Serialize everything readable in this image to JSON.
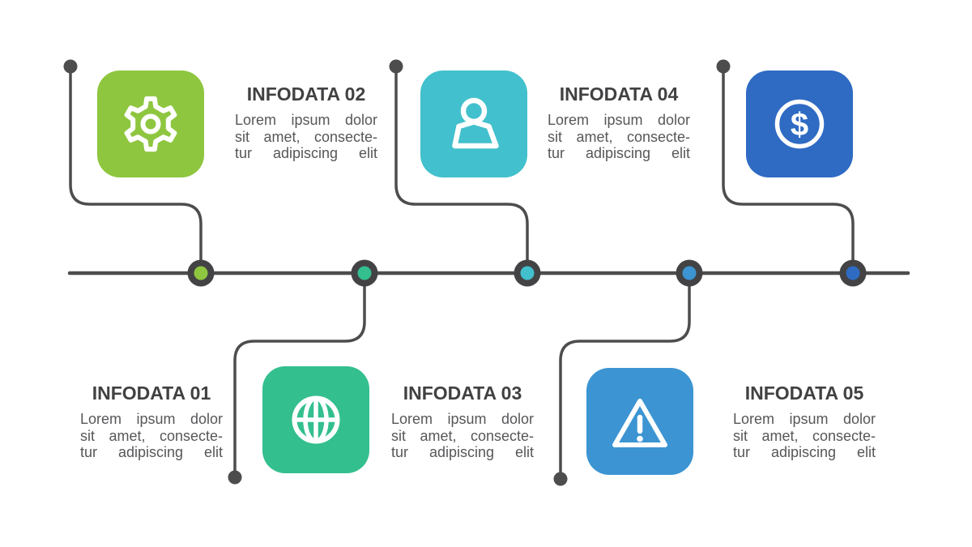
{
  "sections": [
    {
      "id": "infodata-01",
      "title": "INFODATA 01",
      "body": [
        "Lorem ipsum dolor",
        "sit amet, consecte-",
        "tur adipiscing elit"
      ],
      "color": "#33bf8e",
      "icon": "globe-icon",
      "placement": "bottom"
    },
    {
      "id": "infodata-02",
      "title": "INFODATA 02",
      "body": [
        "Lorem ipsum dolor",
        "sit amet, consecte-",
        "tur adipiscing elit"
      ],
      "color": "#8ec63f",
      "icon": "gear-icon",
      "placement": "top"
    },
    {
      "id": "infodata-03",
      "title": "INFODATA 03",
      "body": [
        "Lorem ipsum dolor",
        "sit amet, consecte-",
        "tur adipiscing elit"
      ],
      "color": "#3c95d2",
      "icon": "warning-icon",
      "placement": "bottom"
    },
    {
      "id": "infodata-04",
      "title": "INFODATA 04",
      "body": [
        "Lorem ipsum dolor",
        "sit amet, consecte-",
        "tur adipiscing elit"
      ],
      "color": "#42c0cd",
      "icon": "user-icon",
      "placement": "top"
    },
    {
      "id": "infodata-05",
      "title": "INFODATA 05",
      "body": [
        "Lorem ipsum dolor",
        "sit amet, consecte-",
        "tur adipiscing elit"
      ],
      "color": "#2f6bc3",
      "icon": "dollar-icon",
      "placement": "top"
    }
  ],
  "timeline": {
    "axis_color": "#4d4d4d",
    "node_ring_color": "#434345",
    "connector_color": "#4d4d4d",
    "icon_stroke_color": "#ffffff"
  }
}
